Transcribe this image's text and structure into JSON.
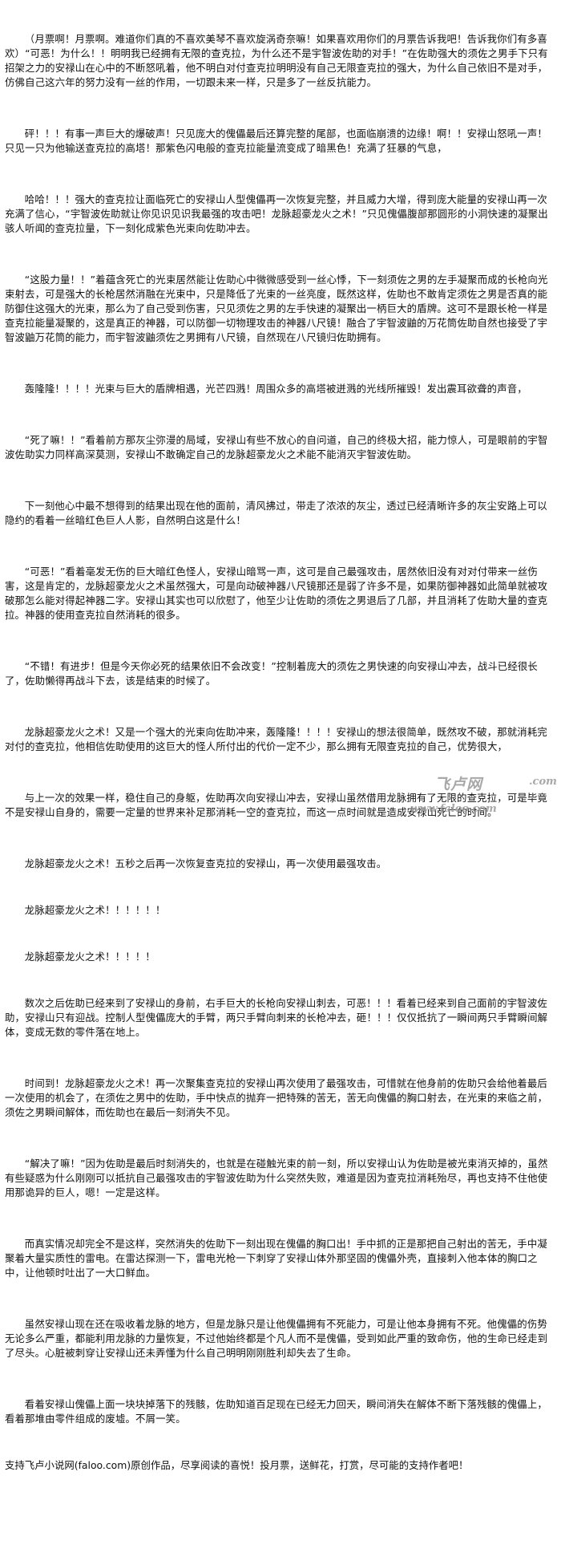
{
  "paragraphs": [
    "（月票啊！月票啊。难道你们真的不喜欢美琴不喜欢旋涡奇奈嘛！如果喜欢用你们的月票告诉我吧！告诉我你们有多喜欢）“可恶！为什么！！明明我已经拥有无限的查克拉，为什么还不是宇智波佐助的对手！”在佐助强大的须佐之男手下只有招架之力的安禄山在心中的不断怒吼着，他不明白对付查克拉明明没有自己无限查克拉的强大，为什么自己依旧不是对手，仿佛自己这六年的努力没有一丝的作用，一切跟未来一样，只是多了一丝反抗能力。",
    "砰！！！有事一声巨大的爆破声！只见庞大的傀儡最后还算完整的尾部，也面临崩溃的边缘！啊！！安禄山怒吼一声！只见一只为他输送查克拉的高塔！那紫色闪电般的查克拉能量流变成了暗黑色！充满了狂暴的气息，",
    "哈哈！！！强大的查克拉让面临死亡的安禄山人型傀儡再一次恢复完整，并且威力大增，得到庞大能量的安禄山再一次充满了信心，“宇智波佐助就让你见识见识我最强的攻击吧！龙脉超豪龙火之术！”只见傀儡腹部那圆形的小洞快速的凝聚出骇人听闻的查克拉量，下一刻化成紫色光束向佐助冲去。",
    "“这股力量！！”着蕴含死亡的光束居然能让佐助心中微微感受到一丝心悸，下一刻须佐之男的左手凝聚而成的长枪向光束射去，可是强大的长枪居然消融在光束中，只是降低了光束的一丝亮度，既然这样，佐助也不敢肯定须佐之男是否真的能防御住这强大的光束，那么为了自己受到伤害，只见须佐之男的左手快速的凝聚出一柄巨大的盾牌。这可不是跟长枪一样是查克拉能量凝聚的，这是真正的神器，可以防御一切物理攻击的神器八尺镜！融合了宇智波鼬的万花筒佐助自然也接受了宇智波鼬万花筒的能力，而宇智波鼬须佐之男拥有八尺镜，自然现在八尺镜归佐助拥有。",
    "轰隆隆！！！！光束与巨大的盾牌相遇，光芒四溅！周围众多的高塔被迸溅的光线所摧毁！发出震耳欲聋的声音，",
    "“死了嘛！！”看着前方那灰尘弥漫的局域，安禄山有些不放心的自问道，自己的终极大招，能力惊人，可是眼前的宇智波佐助实力同样高深莫测，安禄山不敢确定自己的龙脉超豪龙火之术能不能消灭宇智波佐助。",
    "下一刻他心中最不想得到的结果出现在他的面前，清风拂过，带走了浓浓的灰尘，透过已经清晰许多的灰尘安路上可以隐约的看着一丝暗红色巨人人影，自然明白这是什么！",
    "“可恶！”看着毫发无伤的巨大暗红色怪人，安禄山暗骂一声，这可是自己最强攻击，居然依旧没有对对付带来一丝伤害，这是肯定的，龙脉超豪龙火之术虽然强大，可是向动破神器八尺镜那还是弱了许多不是，如果防御神器如此简单就被攻破那怎么能对得起神器二字。安禄山其实也可以欣慰了，他至少让佐助的须佐之男退后了几部，并且消耗了佐助大量的查克拉。神器的使用查克拉自然消耗的很多。",
    "“不错！有进步！但是今天你必死的结果依旧不会改变！”控制着庞大的须佐之男快速的向安禄山冲去，战斗已经很长了，佐助懒得再战斗下去，该是结束的时候了。",
    "龙脉超豪龙火之术！又是一个强大的光束向佐助冲来，轰隆隆！！！！安禄山的想法很简单，既然攻不破，那就消耗完对付的查克拉，他相信佐助使用的这巨大的怪人所付出的代价一定不少，那么拥有无限查克拉的自己，优势很大，",
    "与上一次的效果一样，稳住自己的身躯，佐助再次向安禄山冲去，安禄山虽然借用龙脉拥有了无限的查克拉，可是毕竟不是安禄山自身的，需要一定量的世界来补足那消耗一空的查克拉，而这一点时间就是造成安禄山死亡的时间。",
    "龙脉超豪龙火之术！五秒之后再一次恢复查克拉的安禄山，再一次使用最强攻击。",
    "龙脉超豪龙火之术！！！！！！",
    "龙脉超豪龙火之术！！！！！",
    "数次之后佐助已经来到了安禄山的身前，右手巨大的长枪向安禄山刺去，可恶！！！看着已经来到自己面前的宇智波佐助，安禄山只有迎战。控制人型傀儡庞大的手臂，两只手臂向刺来的长枪冲去，砸！！！仅仅抵抗了一瞬间两只手臂瞬间解体，变成无数的零件落在地上。",
    "时间到！龙脉超豪龙火之术！再一次聚集查克拉的安禄山再次使用了最强攻击，可惜就在他身前的佐助只会给他着最后一次使用的机会了，在须佐之男中的佐助，手中快点的抛弃一把特殊的苦无，苦无向傀儡的胸口射去，在光束的来临之前，须佐之男瞬间解体，而佐助也在最后一刻消失不见。",
    "“解决了嘛！”因为佐助是最后时刻消失的，也就是在碰触光束的前一刻，所以安禄山认为佐助是被光束消灭掉的，虽然有些疑惑为什么刚刚可以抵抗自己最强攻击的宇智波佐助为什么突然失败，难道是因为查克拉消耗殆尽，再也支持不住他使用那诡异的巨人，嗯！一定是这样。",
    "而真实情况却完全不是这样，突然消失的佐助下一刻出现在傀儡的胸口出！手中抓的正是那把自己射出的苦无，手中凝聚着大量实质性的雷电。在雷达探测一下，雷电光枪一下刺穿了安禄山体外那坚固的傀儡外壳，直接刺入他本体的胸口之中，让他顿时吐出了一大口鲜血。",
    "虽然安禄山现在还在吸收着龙脉的地方，但是龙脉只是让他傀儡拥有不死能力，可是让他本身拥有不死。他傀儡的伤势无论多么严重，都能利用龙脉的力量恢复，不过他始终都是个凡人而不是傀儡，受到如此严重的致命伤，他的生命已经走到了尽头。心脏被刺穿让安禄山还未弄懂为什么自己明明刚刚胜利却失去了生命。",
    "看着安禄山傀儡上面一块块掉落下的残骸，佐助知道百足现在已经无力回天，瞬间消失在解体不断下落残骸的傀儡上，看着那堆由零件组成的废墟。不屑一笑。"
  ],
  "footer": "支持飞卢小说网(faloo.com)原创作品，尽享阅读的喜悦！投月票，送鲜花，打赏，尽可能的支持作者吧！",
  "watermark": {
    "main": "飞卢网",
    "tail": ".com",
    "url": "www.faloo.com"
  }
}
